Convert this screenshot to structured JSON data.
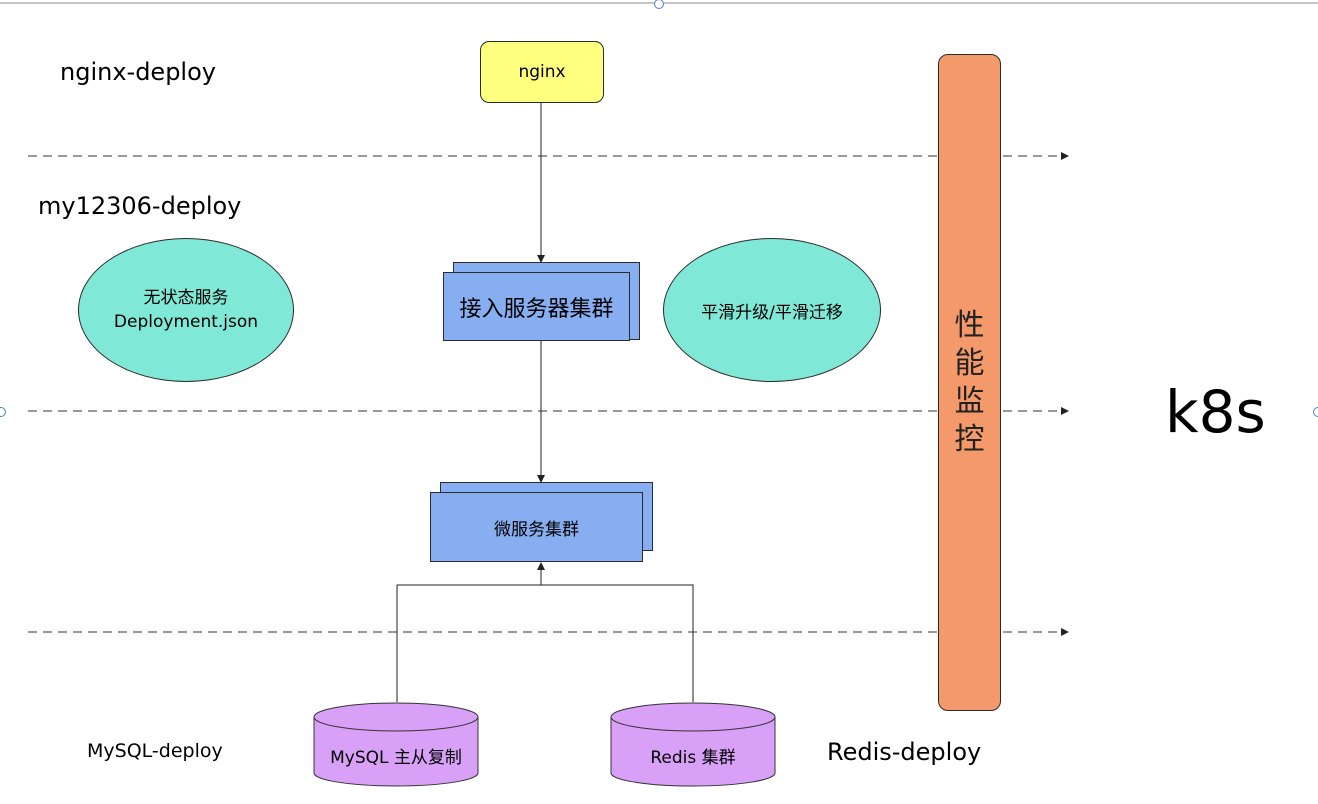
{
  "labels": {
    "nginx_deploy": "nginx-deploy",
    "my12306_deploy": "my12306-deploy",
    "mysql_deploy": "MySQL-deploy",
    "redis_deploy": "Redis-deploy",
    "k8s": "k8s"
  },
  "nodes": {
    "nginx": "nginx",
    "access_cluster": "接入服务器集群",
    "micro_cluster": "微服务集群",
    "stateless_line1": "无状态服务",
    "stateless_line2": "Deployment.json",
    "smooth": "平滑升级/平滑迁移",
    "mysql": "MySQL 主从复制",
    "redis": "Redis 集群"
  },
  "monitor": [
    "性",
    "能",
    "监",
    "控"
  ],
  "colors": {
    "nginx_fill": "#ffff80",
    "cluster_fill": "#86aef0",
    "ellipse_fill": "#80e8d6",
    "monitor_fill": "#f4996a",
    "db_fill": "#d9a0f7"
  }
}
